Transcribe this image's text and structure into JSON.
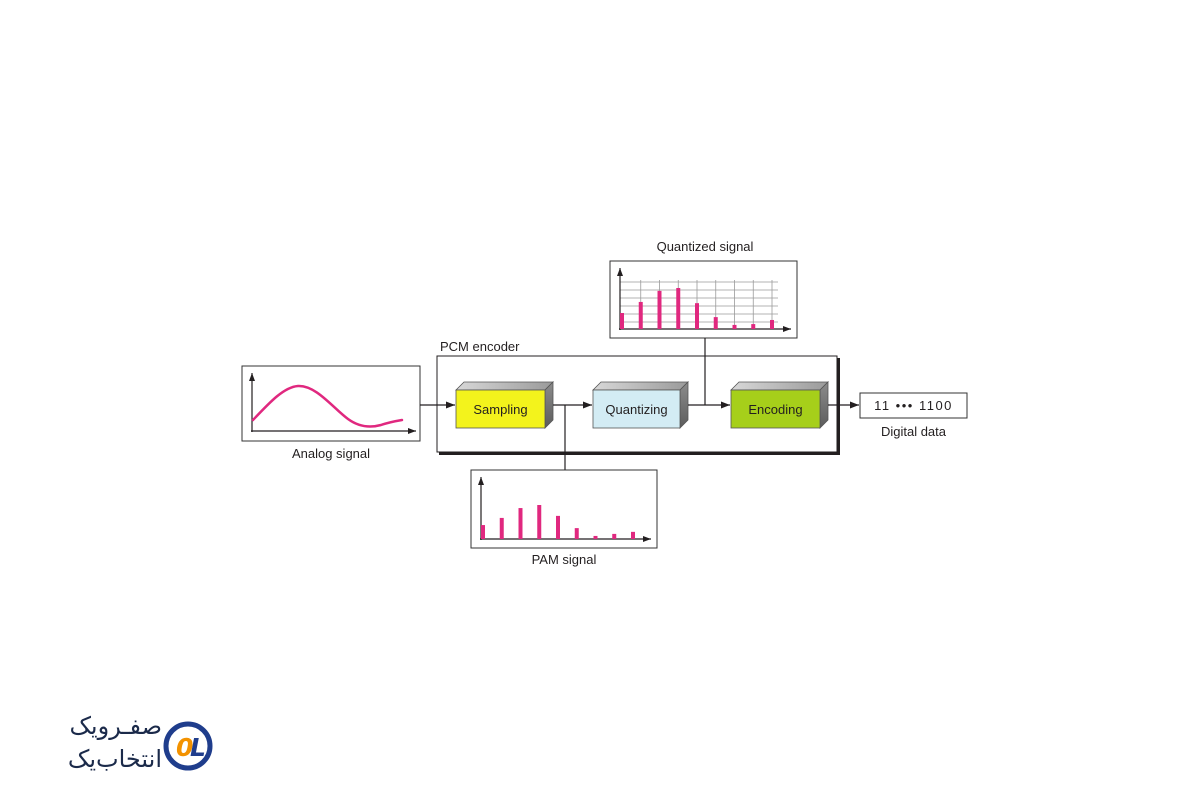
{
  "diagram": {
    "title": "PCM encoder",
    "signal_color": "#e0287f",
    "analog_signal": {
      "label": "Analog signal"
    },
    "blocks": [
      {
        "label": "Sampling",
        "color": "#f3f31c"
      },
      {
        "label": "Quantizing",
        "color": "#d3ecf4"
      },
      {
        "label": "Encoding",
        "color": "#a6cf1a"
      }
    ],
    "quantized_signal": {
      "label": "Quantized signal",
      "amplitudes": [
        39,
        66,
        93,
        100,
        63,
        29,
        10,
        12,
        22
      ]
    },
    "pam_signal": {
      "label": "PAM signal",
      "amplitudes": [
        41,
        62,
        91,
        100,
        68,
        32,
        9,
        15,
        21
      ]
    },
    "digital_data": {
      "label": "Digital data",
      "value": "11 ••• 1100"
    }
  },
  "logo": {
    "name_line1": "صفـرویک",
    "name_line2": "انتخاب‌یک",
    "mark_left": "0",
    "mark_right": "L",
    "colors": {
      "ring": "#1f3d8c",
      "accent": "#f39200"
    }
  }
}
